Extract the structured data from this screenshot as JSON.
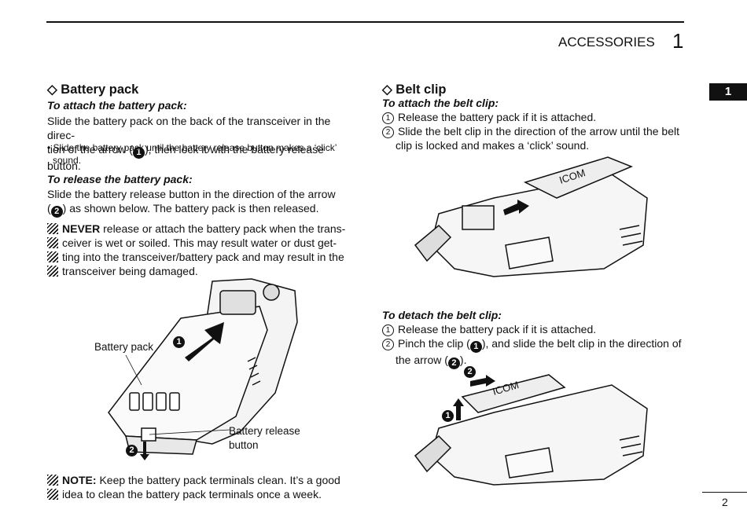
{
  "header": {
    "section_title": "ACCESSORIES",
    "section_number": "1",
    "chapter_tab": "1"
  },
  "battery_pack": {
    "title": "Battery pack",
    "attach_heading": "To attach the battery pack:",
    "attach_line1": "Slide the battery pack on the back of the transceiver in the direc-",
    "attach_line2_pre": "tion of the arrow (",
    "attach_line2_post": "), then lock it with the battery release button.",
    "attach_bullet_line1": "• Slide the battery pack until the battery release button makes a ‘click’",
    "attach_bullet_line2": "sound.",
    "release_heading": "To release the battery pack:",
    "release_line1": "Slide the battery release button in the direction of the arrow",
    "release_line2_pre": "(",
    "release_line2_post": ") as shown below. The battery pack is then released.",
    "warning_bold": "NEVER",
    "warning_line1": " release or attach the battery pack when the trans-",
    "warning_line2": "ceiver is wet or soiled. This may result water or dust get-",
    "warning_line3": "ting into the transceiver/battery pack and may result in the",
    "warning_line4": "transceiver being damaged.",
    "label_battery_pack": "Battery pack",
    "label_release_button_1": "Battery release",
    "label_release_button_2": "button",
    "note_bold": "NOTE:",
    "note_line1": " Keep the battery pack terminals clean. It’s a good",
    "note_line2": "idea to clean the battery pack terminals once a week."
  },
  "belt_clip": {
    "title": "Belt clip",
    "attach_heading": "To attach the belt clip:",
    "attach_step1": "Release the battery pack if it is attached.",
    "attach_step2_line1": "Slide the belt clip in the direction of the arrow until the belt",
    "attach_step2_line2": "clip is locked and makes a ‘click’ sound.",
    "detach_heading": "To detach the belt clip:",
    "detach_step1": "Release the battery pack if it is attached.",
    "detach_step2_pre": "Pinch the clip (",
    "detach_step2_mid": "), and slide the belt clip in the direction of",
    "detach_step2_line2_pre": "the arrow (",
    "detach_step2_line2_post": ").",
    "brand_mark": "ICOM"
  },
  "markers": {
    "one": "1",
    "two": "2",
    "step_one": "1",
    "step_two": "2"
  },
  "footer": {
    "page_number": "2"
  }
}
